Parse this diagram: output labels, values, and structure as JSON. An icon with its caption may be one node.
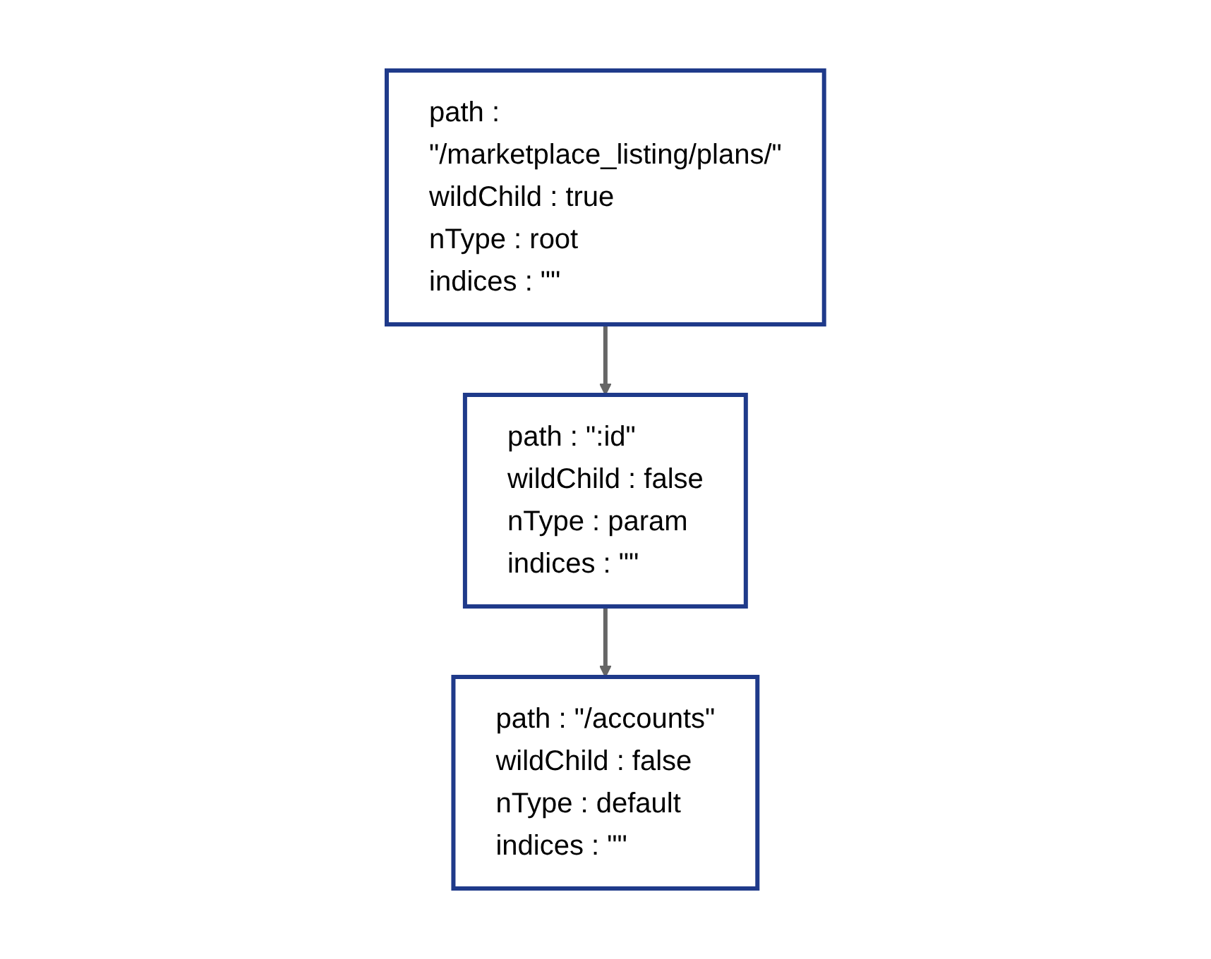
{
  "diagram": {
    "nodes": [
      {
        "text": [
          "path : \"/marketplace_listing/plans/\"",
          "wildChild : true",
          "nType : root",
          "indices : \"\""
        ]
      },
      {
        "text": [
          "path : \":id\"",
          "wildChild : false",
          "nType : param",
          "indices : \"\""
        ]
      },
      {
        "text": [
          "path : \"/accounts\"",
          "wildChild : false",
          "nType : default",
          "indices : \"\""
        ]
      }
    ],
    "edges": [
      {
        "from": 0,
        "to": 1,
        "arrow": "to"
      },
      {
        "from": 1,
        "to": 2,
        "arrow": "to"
      }
    ]
  }
}
